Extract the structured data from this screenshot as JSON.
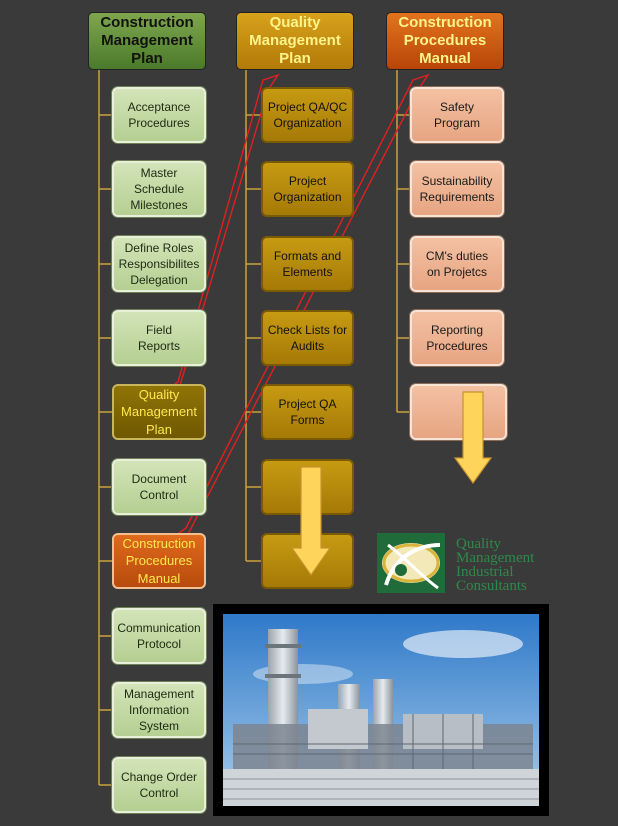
{
  "columns": {
    "cmp": {
      "header": "Construction\nManagement\nPlan",
      "items": [
        "Acceptance\nProcedures",
        "Master\nSchedule\nMilestones",
        "Define Roles\nResponsibilites\nDelegation",
        "Field\nReports",
        "Quality\nManagement\nPlan",
        "Document\nControl",
        "Construction\nProcedures\nManual",
        "Communication\nProtocol",
        "Management\nInformation\nSystem",
        "Change Order\nControl"
      ]
    },
    "qmp": {
      "header": "Quality\nManagement\nPlan",
      "items": [
        "Project QA/QC\nOrganization",
        "Project\nOrganization",
        "Formats and\nElements",
        "Check Lists for\nAudits",
        "Project QA\nForms",
        "",
        ""
      ]
    },
    "cpm": {
      "header": "Construction\nProcedures\nManual",
      "items": [
        "Safety\nProgram",
        "Sustainability\nRequirements",
        "CM's duties\non Projetcs",
        "Reporting\nProcedures",
        ""
      ]
    }
  },
  "logo": {
    "text": "Quality\nManagement\nIndustrial\nConsultants",
    "icon": "qmic-logo-icon"
  },
  "photo": {
    "icon": "industrial-plant-photo"
  },
  "colors": {
    "background": "#3a3a3a",
    "connector": "#c9a23a",
    "arrow_fill": "#ffd45a",
    "red_link": "#e02020"
  }
}
